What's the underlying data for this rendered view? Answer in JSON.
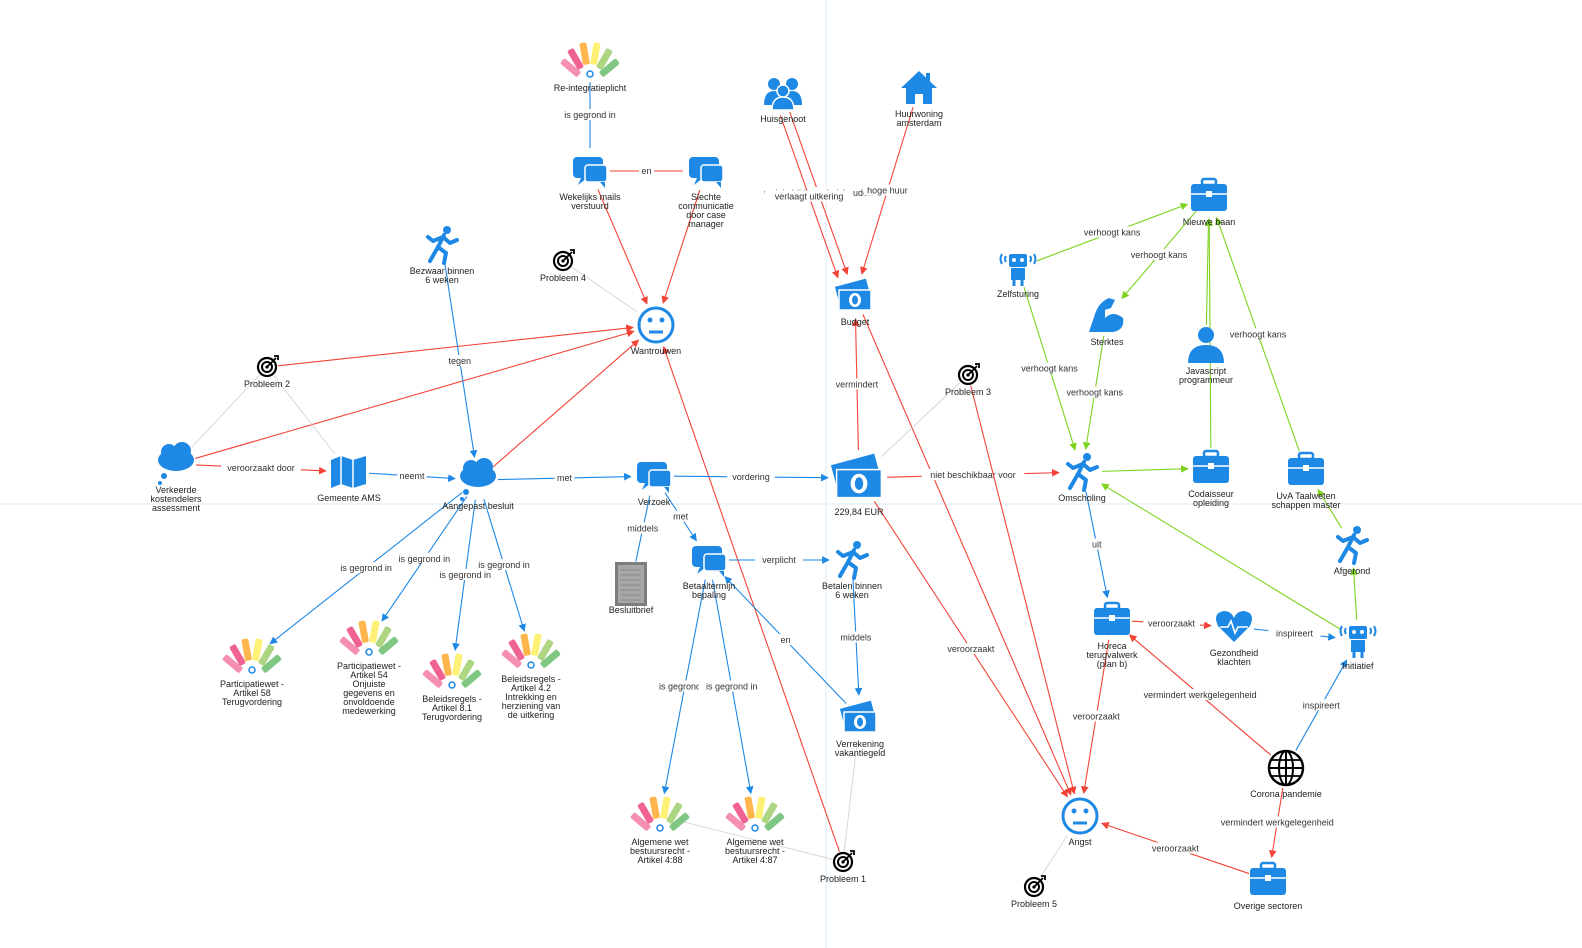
{
  "colors": {
    "blue": "#1e88e5",
    "red": "#f44336",
    "green": "#7ed321",
    "gray": "#d0d0d0",
    "guide": "#cfe8f7",
    "text": "#222222"
  },
  "nodes": [
    {
      "id": "reintegratie",
      "icon": "palette-icon",
      "label": [
        "Re-integratieplicht"
      ]
    },
    {
      "id": "wekelijks",
      "icon": "chat-icon",
      "label": [
        "Wekelijks mails",
        "verstuurd"
      ]
    },
    {
      "id": "slechte",
      "icon": "chat-icon",
      "label": [
        "Slechte",
        "communicatie",
        "door case",
        "manager"
      ]
    },
    {
      "id": "bezwaar",
      "icon": "running-person-icon",
      "label": [
        "Bezwaar binnen",
        "6 weken"
      ]
    },
    {
      "id": "probleem4",
      "icon": "target-icon",
      "label": [
        "Probleem 4"
      ]
    },
    {
      "id": "wantrouwen",
      "icon": "neutral-face-icon",
      "label": [
        "Wantrouwen"
      ]
    },
    {
      "id": "probleem2",
      "icon": "target-icon",
      "label": [
        "Probleem 2"
      ]
    },
    {
      "id": "verkeerde",
      "icon": "thought-cloud-icon",
      "label": [
        "Verkeerde",
        "kostendelers",
        "assessment"
      ]
    },
    {
      "id": "gemeente",
      "icon": "map-icon",
      "label": [
        "Gemeente AMS"
      ]
    },
    {
      "id": "aangepast",
      "icon": "thought-cloud-icon",
      "label": [
        "Aangepast besluit"
      ]
    },
    {
      "id": "verzoek",
      "icon": "chat-icon",
      "label": [
        "Verzoek"
      ]
    },
    {
      "id": "besluitbrief",
      "icon": "document-thumbnail-icon",
      "label": [
        "Besluitbrief"
      ]
    },
    {
      "id": "betaaltermijn",
      "icon": "chat-icon",
      "label": [
        "Betaaltermijn",
        "bepaling"
      ]
    },
    {
      "id": "pw58",
      "icon": "palette-icon",
      "label": [
        "Participatiewet -",
        "Artikel 58",
        "Terugvordering"
      ]
    },
    {
      "id": "pw54",
      "icon": "palette-icon",
      "label": [
        "Participatiewet -",
        "Artikel 54",
        "Onjuiste",
        "gegevens en",
        "onvoldoende",
        "medewerking"
      ]
    },
    {
      "id": "br81",
      "icon": "palette-icon",
      "label": [
        "Beleidsregels -",
        "Artikel 8.1",
        "Terugvordering"
      ]
    },
    {
      "id": "br42",
      "icon": "palette-icon",
      "label": [
        "Beleidsregels -",
        "Artikel 4.2",
        "Intrekking en",
        "herziening van",
        "de uitkering"
      ]
    },
    {
      "id": "awb488",
      "icon": "palette-icon",
      "label": [
        "Algemene wet",
        "bestuursrecht -",
        "Artikel 4:88"
      ]
    },
    {
      "id": "awb487",
      "icon": "palette-icon",
      "label": [
        "Algemene wet",
        "bestuursrecht -",
        "Artikel 4:87"
      ]
    },
    {
      "id": "probleem1",
      "icon": "target-icon",
      "label": [
        "Probleem 1"
      ]
    },
    {
      "id": "huisgenoot",
      "icon": "people-icon",
      "label": [
        "Huisgenoot"
      ]
    },
    {
      "id": "huurwoning",
      "icon": "house-icon",
      "label": [
        "Huurwoning",
        "amsterdam"
      ]
    },
    {
      "id": "budget",
      "icon": "money-icon",
      "label": [
        "Budget"
      ]
    },
    {
      "id": "bedrag",
      "icon": "money-large-icon",
      "label": [
        "229,84 EUR"
      ]
    },
    {
      "id": "betalen",
      "icon": "running-person-icon",
      "label": [
        "Betalen binnen",
        "6 weken"
      ]
    },
    {
      "id": "verrekening",
      "icon": "money-icon",
      "label": [
        "Verrekening",
        "vakantiegeld"
      ]
    },
    {
      "id": "probleem3",
      "icon": "target-icon",
      "label": [
        "Probleem 3"
      ]
    },
    {
      "id": "nieuwebaan",
      "icon": "briefcase-icon",
      "label": [
        "Nieuwe baan"
      ]
    },
    {
      "id": "zelfsturing",
      "icon": "robot-icon",
      "label": [
        "Zelfsturing"
      ]
    },
    {
      "id": "sterktes",
      "icon": "muscle-arm-icon",
      "label": [
        "Sterktes"
      ]
    },
    {
      "id": "javascript",
      "icon": "person-icon",
      "label": [
        "Javascript",
        "programmeur"
      ]
    },
    {
      "id": "omscholing",
      "icon": "running-person-icon",
      "label": [
        "Omscholing"
      ]
    },
    {
      "id": "codaisseur",
      "icon": "briefcase-icon",
      "label": [
        "Codaisseur",
        "opleiding"
      ]
    },
    {
      "id": "uva",
      "icon": "briefcase-icon",
      "label": [
        "UvA Taalweten",
        "schappen master"
      ]
    },
    {
      "id": "afgerond",
      "icon": "running-person-icon",
      "label": [
        "Afgerond"
      ]
    },
    {
      "id": "horeca",
      "icon": "briefcase-icon",
      "label": [
        "Horeca",
        "terugvalwerk",
        "(plan b)"
      ]
    },
    {
      "id": "gezondheid",
      "icon": "heartbeat-icon",
      "label": [
        "Gezondheid",
        "klachten"
      ]
    },
    {
      "id": "initiatief",
      "icon": "robot-icon",
      "label": [
        "Initiatief"
      ]
    },
    {
      "id": "corona",
      "icon": "globe-icon",
      "label": [
        "Corona pandemie"
      ]
    },
    {
      "id": "angst",
      "icon": "neutral-face-icon",
      "label": [
        "Angst"
      ]
    },
    {
      "id": "overige",
      "icon": "briefcase-icon",
      "label": [
        "Overige sectoren"
      ]
    },
    {
      "id": "probleem5",
      "icon": "target-icon",
      "label": [
        "Probleem 5"
      ]
    }
  ],
  "edges": [
    {
      "from": "reintegratie",
      "to": "wekelijks",
      "color": "blue",
      "label": "is gegrond in",
      "arrow": false
    },
    {
      "from": "wekelijks",
      "to": "slechte",
      "color": "red",
      "label": "en",
      "arrow": false
    },
    {
      "from": "wekelijks",
      "to": "wantrouwen",
      "color": "red",
      "label": "",
      "arrow": true
    },
    {
      "from": "slechte",
      "to": "wantrouwen",
      "color": "red",
      "label": "",
      "arrow": true
    },
    {
      "from": "probleem4",
      "to": "wantrouwen",
      "color": "gray",
      "label": "",
      "arrow": false
    },
    {
      "from": "probleem2",
      "to": "wantrouwen",
      "color": "red",
      "label": "",
      "arrow": true
    },
    {
      "from": "verkeerde",
      "to": "wantrouwen",
      "color": "red",
      "label": "",
      "arrow": true
    },
    {
      "from": "aangepast",
      "to": "wantrouwen",
      "color": "red",
      "label": "",
      "arrow": true
    },
    {
      "from": "probleem1",
      "to": "wantrouwen",
      "color": "red",
      "label": "",
      "arrow": true
    },
    {
      "from": "bezwaar",
      "to": "aangepast",
      "color": "blue",
      "label": "tegen",
      "arrow": true
    },
    {
      "from": "probleem2",
      "to": "verkeerde",
      "color": "gray",
      "label": "",
      "arrow": false
    },
    {
      "from": "probleem2",
      "to": "gemeente",
      "color": "gray",
      "label": "",
      "arrow": false
    },
    {
      "from": "verkeerde",
      "to": "gemeente",
      "color": "red",
      "label": "veroorzaakt door",
      "arrow": true
    },
    {
      "from": "gemeente",
      "to": "aangepast",
      "color": "blue",
      "label": "neemt",
      "arrow": true
    },
    {
      "from": "aangepast",
      "to": "verzoek",
      "color": "blue",
      "label": "met",
      "arrow": true
    },
    {
      "from": "verzoek",
      "to": "bedrag",
      "color": "blue",
      "label": "vordering",
      "arrow": true
    },
    {
      "from": "verzoek",
      "to": "besluitbrief",
      "color": "blue",
      "label": "middels",
      "arrow": false
    },
    {
      "from": "verzoek",
      "to": "betaaltermijn",
      "color": "blue",
      "label": "met",
      "arrow": true
    },
    {
      "from": "aangepast",
      "to": "pw58",
      "color": "blue",
      "label": "is gegrond in",
      "arrow": true
    },
    {
      "from": "aangepast",
      "to": "pw54",
      "color": "blue",
      "label": "is gegrond in",
      "arrow": true
    },
    {
      "from": "aangepast",
      "to": "br81",
      "color": "blue",
      "label": "is gegrond in",
      "arrow": true
    },
    {
      "from": "aangepast",
      "to": "br42",
      "color": "blue",
      "label": "is gegrond in",
      "arrow": true
    },
    {
      "from": "betaaltermijn",
      "to": "betalen",
      "color": "blue",
      "label": "verplicht",
      "arrow": true
    },
    {
      "from": "betaaltermijn",
      "to": "awb488",
      "color": "blue",
      "label": "is gegrond in",
      "arrow": true
    },
    {
      "from": "betaaltermijn",
      "to": "awb487",
      "color": "blue",
      "label": "is gegrond in",
      "arrow": true
    },
    {
      "from": "verrekening",
      "to": "betaaltermijn",
      "color": "blue",
      "label": "en",
      "arrow": true
    },
    {
      "from": "betalen",
      "to": "verrekening",
      "color": "blue",
      "label": "middels",
      "arrow": true
    },
    {
      "from": "probleem1",
      "to": "awb488",
      "color": "gray",
      "label": "",
      "arrow": false
    },
    {
      "from": "probleem1",
      "to": "verrekening",
      "color": "gray",
      "label": "",
      "arrow": false
    },
    {
      "from": "huisgenoot",
      "to": "budget",
      "color": "red",
      "label": "weinig bijdrage huishouden",
      "arrow": true
    },
    {
      "from": "huisgenoot",
      "to": "budget",
      "color": "red",
      "label": "verlaagt uitkering",
      "arrow": true
    },
    {
      "from": "huurwoning",
      "to": "budget",
      "color": "red",
      "label": "hoge huur",
      "arrow": true
    },
    {
      "from": "bedrag",
      "to": "budget",
      "color": "red",
      "label": "vermindert",
      "arrow": true
    },
    {
      "from": "budget",
      "to": "angst",
      "color": "red",
      "label": "",
      "arrow": true
    },
    {
      "from": "bedrag",
      "to": "omscholing",
      "color": "red",
      "label": "niet beschikbaar voor",
      "arrow": true
    },
    {
      "from": "bedrag",
      "to": "angst",
      "color": "red",
      "label": "veroorzaakt",
      "arrow": true
    },
    {
      "from": "probleem3",
      "to": "angst",
      "color": "red",
      "label": "",
      "arrow": true
    },
    {
      "from": "probleem3",
      "to": "bedrag",
      "color": "gray",
      "label": "",
      "arrow": false
    },
    {
      "from": "zelfsturing",
      "to": "nieuwebaan",
      "color": "green",
      "label": "verhoogt kans",
      "arrow": true
    },
    {
      "from": "nieuwebaan",
      "to": "sterktes",
      "color": "green",
      "label": "verhoogt kans",
      "arrow": true
    },
    {
      "from": "javascript",
      "to": "nieuwebaan",
      "color": "green",
      "label": "",
      "arrow": true
    },
    {
      "from": "uva",
      "to": "nieuwebaan",
      "color": "green",
      "label": "verhoogt kans",
      "arrow": true
    },
    {
      "from": "codaisseur",
      "to": "nieuwebaan",
      "color": "green",
      "label": "",
      "arrow": true
    },
    {
      "from": "zelfsturing",
      "to": "omscholing",
      "color": "green",
      "label": "verhoogt kans",
      "arrow": true
    },
    {
      "from": "sterktes",
      "to": "omscholing",
      "color": "green",
      "label": "verhoogt kans",
      "arrow": true
    },
    {
      "from": "omscholing",
      "to": "codaisseur",
      "color": "green",
      "label": "",
      "arrow": true
    },
    {
      "from": "initiatief",
      "to": "omscholing",
      "color": "green",
      "label": "",
      "arrow": true
    },
    {
      "from": "initiatief",
      "to": "afgerond",
      "color": "green",
      "label": "",
      "arrow": true
    },
    {
      "from": "afgerond",
      "to": "uva",
      "color": "green",
      "label": "",
      "arrow": true
    },
    {
      "from": "omscholing",
      "to": "horeca",
      "color": "blue",
      "label": "uit",
      "arrow": true
    },
    {
      "from": "horeca",
      "to": "gezondheid",
      "color": "red",
      "label": "veroorzaakt",
      "arrow": true
    },
    {
      "from": "gezondheid",
      "to": "initiatief",
      "color": "blue",
      "label": "inspireert",
      "arrow": true
    },
    {
      "from": "corona",
      "to": "initiatief",
      "color": "blue",
      "label": "inspireert",
      "arrow": true
    },
    {
      "from": "corona",
      "to": "horeca",
      "color": "red",
      "label": "vermindert werkgelegenheid",
      "arrow": true
    },
    {
      "from": "corona",
      "to": "overige",
      "color": "red",
      "label": "vermindert werkgelegenheid",
      "arrow": true
    },
    {
      "from": "horeca",
      "to": "angst",
      "color": "red",
      "label": "veroorzaakt",
      "arrow": true
    },
    {
      "from": "overige",
      "to": "angst",
      "color": "red",
      "label": "veroorzaakt",
      "arrow": true
    },
    {
      "from": "probleem5",
      "to": "angst",
      "color": "gray",
      "label": "",
      "arrow": false
    }
  ]
}
